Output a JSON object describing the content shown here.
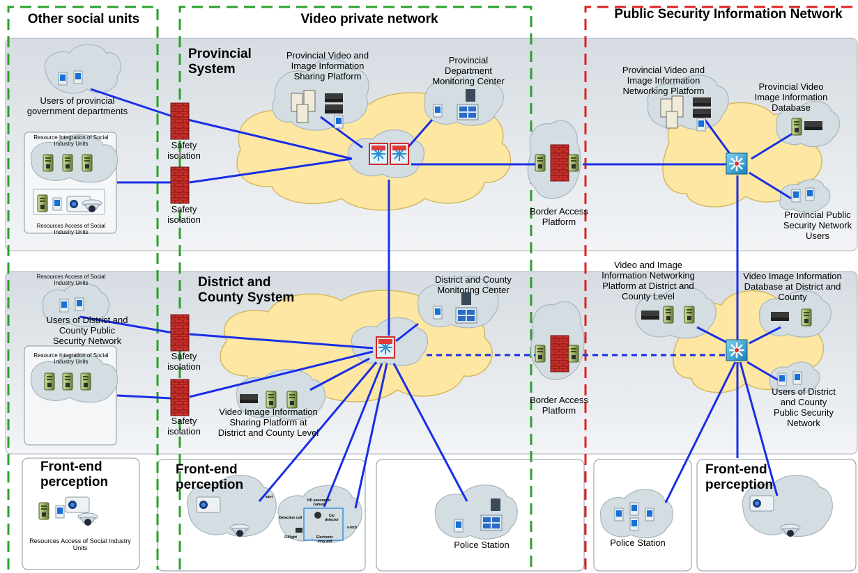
{
  "headers": {
    "other_social_units": "Other social units",
    "video_private_network": "Video private network",
    "public_security_network": "Public Security Information Network"
  },
  "systems": {
    "provincial": "Provincial System",
    "district_county": "District and County System"
  },
  "labels": {
    "users_provincial_gov": "Users of provincial government departments",
    "resource_integration_top": "Resource Integration of Social Industry Units",
    "resources_access_top": "Resources Access of Social Industry Units",
    "safety_isolation": "Safety isolation",
    "prov_sharing_platform": "Provincial Video and Image Information Sharing Platform",
    "prov_dept_monitoring": "Provincial Department Monitoring Center",
    "border_access_platform": "Border Access Platform",
    "prov_networking_platform": "Provincial Video and Image Information Networking Platform",
    "prov_database": "Provincial Video Image Information Database",
    "prov_psn_users": "Provincial Public Security Network Users",
    "resources_access_mid": "Resources Access of Social Industry Units",
    "users_district_psn": "Users of District and County Public Security Network",
    "resource_integration_mid": "Resource Integration of Social Industry Units",
    "district_monitoring": "District and County Monitoring Center",
    "district_sharing_platform": "Video Image Information Sharing Platform at District and County Level",
    "district_networking_platform": "Video and Image Information Networking Platform at District and County Level",
    "district_database": "Video Image Information Database at District and County",
    "district_psn_users": "Users of District and County Public Security Network",
    "front_end_perception": "Front-end perception",
    "resources_access_bottom": "Resources Access of Social Industry Units",
    "police_station": "Police Station",
    "hd_camera": "HD panoramic camera",
    "car_detector": "Car detector",
    "detection_coil": "Detection coil",
    "fill_light": "Filllight",
    "elec_stop": "Electronic stop unit",
    "switch_inch": "x-inch",
    "spot": "spot"
  },
  "colors": {
    "link": "#1a2ee6",
    "green_border": "#2aa02a",
    "red_border": "#e02020",
    "cloud_yellow": "#fde7a2",
    "cloud_grey": "#d3dde2",
    "panel": "#e6eaee",
    "firewall": "#c8302b"
  },
  "icons": [
    "firewall-icon",
    "server-icon",
    "computer-icon",
    "camera-icon",
    "switch-icon",
    "cloud-icon",
    "monitor-wall-icon"
  ]
}
